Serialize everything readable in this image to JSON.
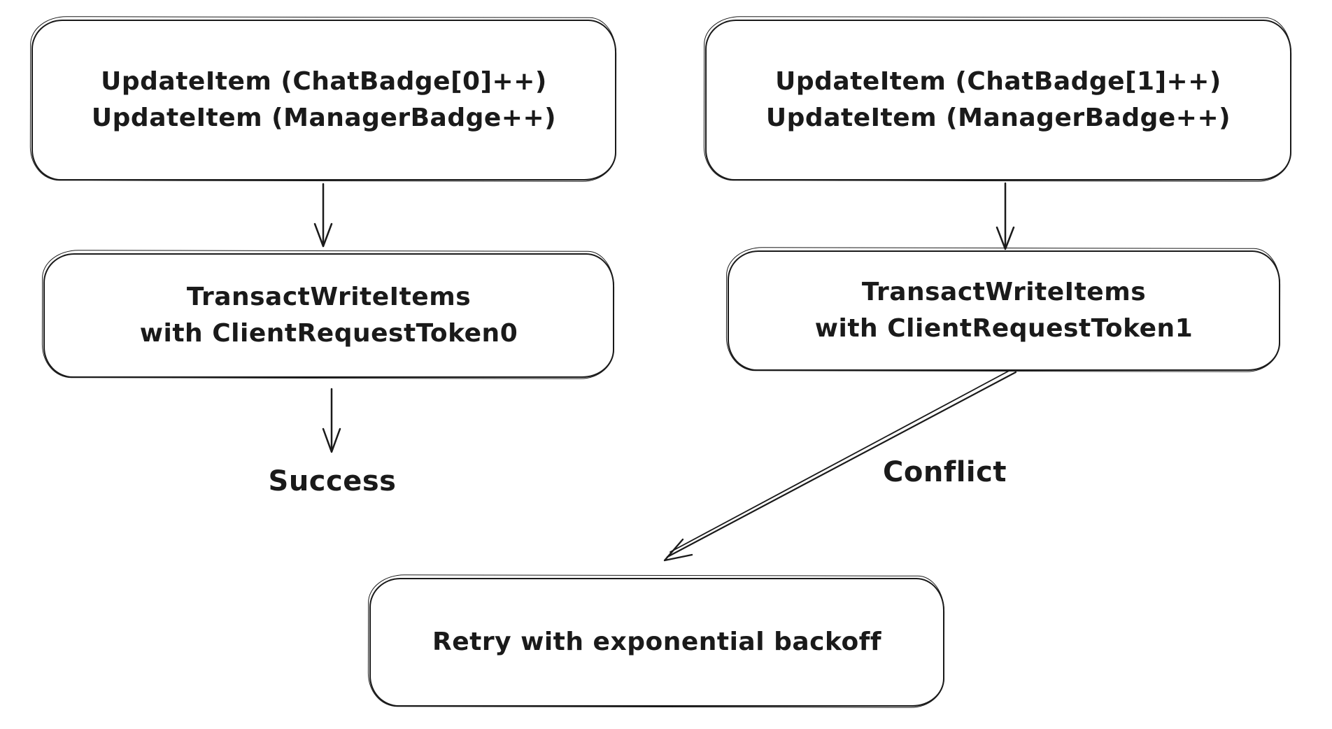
{
  "canvas": {
    "background": "#ffffff",
    "ink": "#1a1a1a"
  },
  "nodes": {
    "update_left": {
      "line1": "UpdateItem (ChatBadge[0]++)",
      "line2": "UpdateItem (ManagerBadge++)"
    },
    "update_right": {
      "line1": "UpdateItem (ChatBadge[1]++)",
      "line2": "UpdateItem (ManagerBadge++)"
    },
    "transact_left": {
      "line1": "TransactWriteItems",
      "line2": "with ClientRequestToken0"
    },
    "transact_right": {
      "line1": "TransactWriteItems",
      "line2": "with ClientRequestToken1"
    },
    "retry": {
      "line1": "Retry with exponential backoff"
    }
  },
  "edge_labels": {
    "success": "Success",
    "conflict": "Conflict"
  }
}
